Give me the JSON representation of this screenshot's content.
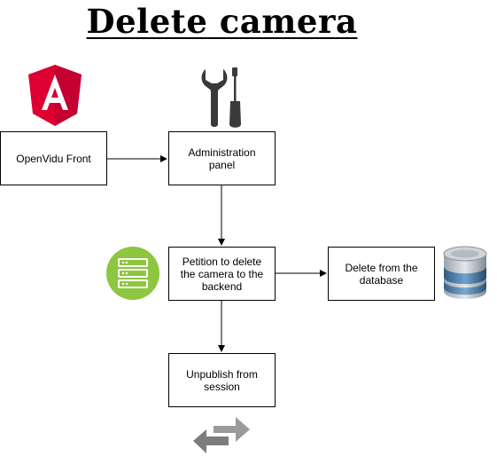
{
  "title": "Delete camera",
  "nodes": {
    "openvidu_front": "OpenVidu Front",
    "admin_panel": "Administration panel",
    "petition": "Petition to delete the camera to the backend",
    "delete_db": "Delete from the database",
    "unpublish": "Unpublish from session"
  },
  "icons": {
    "angular": "angular-logo-icon",
    "tools": "wrench-screwdriver-icon",
    "server": "server-icon",
    "database": "database-icon",
    "exchange": "exchange-arrows-icon"
  },
  "colors": {
    "angular": "#dd0031",
    "server": "#8dc63f",
    "tools": "#3a3a3a",
    "database": "#4a6d8c"
  }
}
